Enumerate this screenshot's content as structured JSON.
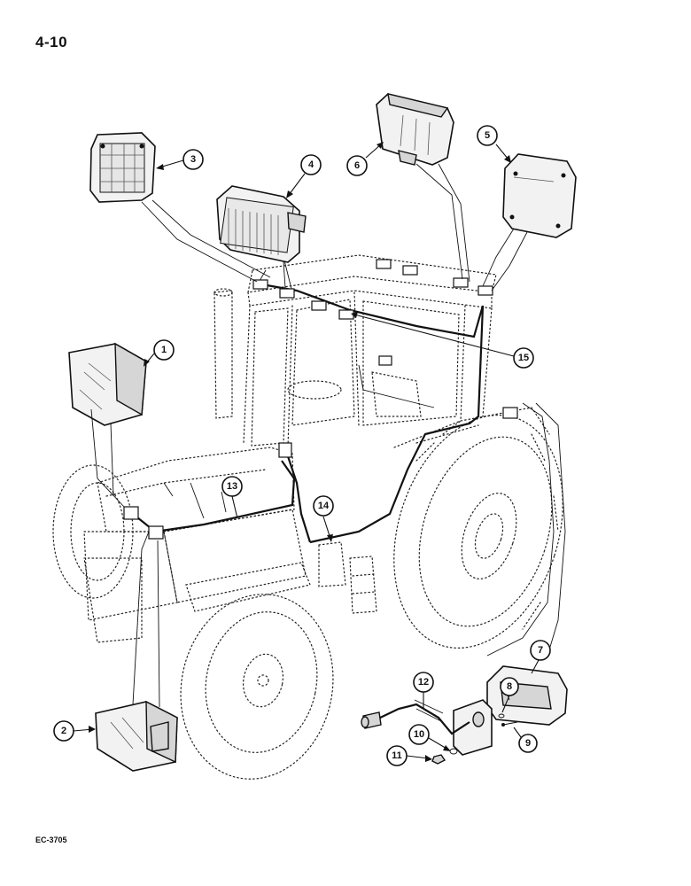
{
  "page": {
    "number": "4-10",
    "figure_code": "EC-3705"
  },
  "callouts": [
    "1",
    "2",
    "3",
    "4",
    "5",
    "6",
    "7",
    "8",
    "9",
    "10",
    "11",
    "12",
    "13",
    "14",
    "15"
  ]
}
